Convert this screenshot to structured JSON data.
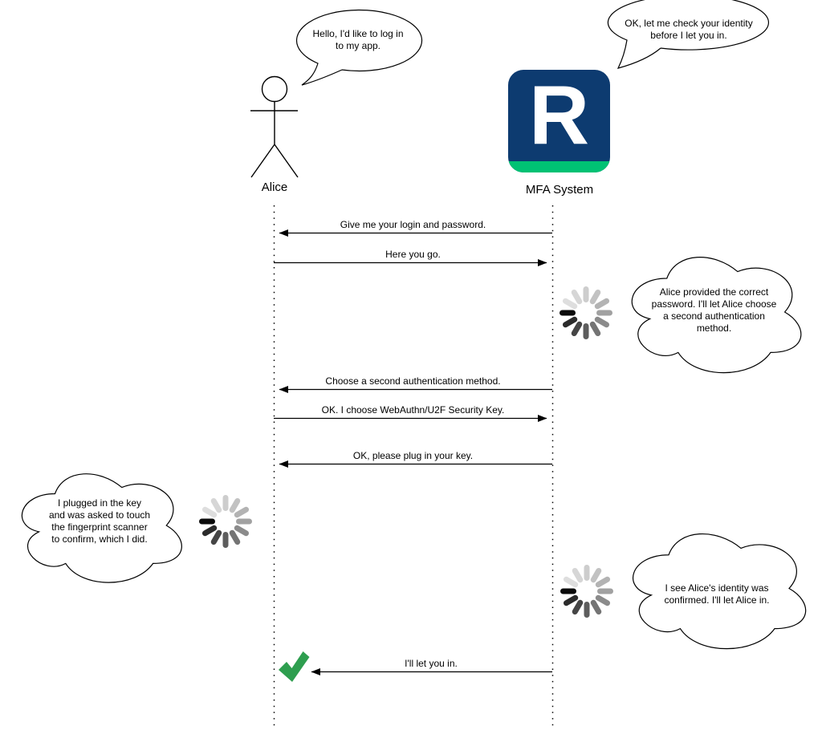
{
  "diagram": {
    "actors": [
      {
        "id": "alice",
        "label": "Alice"
      },
      {
        "id": "mfa-system",
        "label": "MFA System",
        "logo_letter": "R"
      }
    ],
    "speech_bubbles": [
      {
        "speaker": "Alice",
        "lines": [
          "Hello, I'd like to log in",
          "to my app."
        ]
      },
      {
        "speaker": "MFA System",
        "lines": [
          "OK, let me check your identity",
          "before I let you in."
        ]
      }
    ],
    "messages": [
      {
        "from": "MFA System",
        "to": "Alice",
        "label": "Give me your login and password."
      },
      {
        "from": "Alice",
        "to": "MFA System",
        "label": "Here you go."
      },
      {
        "from": "MFA System",
        "to": "Alice",
        "label": "Choose a second authentication method."
      },
      {
        "from": "Alice",
        "to": "MFA System",
        "label": "OK. I choose WebAuthn/U2F Security Key."
      },
      {
        "from": "MFA System",
        "to": "Alice",
        "label": "OK, please plug in your key."
      },
      {
        "from": "MFA System",
        "to": "Alice",
        "label": "I'll let you in."
      }
    ],
    "thought_clouds": [
      {
        "thinker": "MFA System",
        "lines": [
          "Alice provided the correct",
          "password. I'll let Alice choose",
          "a second authentication",
          "method."
        ]
      },
      {
        "thinker": "Alice",
        "lines": [
          "I plugged in the key",
          "and was asked to touch",
          "the fingerprint scanner",
          "to confirm, which I did."
        ]
      },
      {
        "thinker": "MFA System",
        "lines": [
          "I see Alice's identity was",
          "confirmed. I'll let Alice in."
        ]
      }
    ],
    "icons": {
      "spinner": "loading-spinner",
      "checkmark": "success-checkmark"
    },
    "colors": {
      "logo_navy": "#0d3b70",
      "logo_green": "#00c274",
      "checkmark_green": "#2e9e4f",
      "line": "#000000"
    }
  }
}
